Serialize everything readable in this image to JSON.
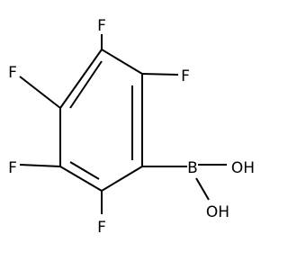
{
  "molecule": {
    "atoms": {
      "f_top": "F",
      "f_upper_left": "F",
      "f_lower_left": "F",
      "f_bottom": "F",
      "f_upper_right": "F",
      "boron": "B",
      "oh_upper": "OH",
      "oh_lower": "OH"
    },
    "colors": {
      "bond": "#000000",
      "label": "#000000",
      "background": "#ffffff"
    }
  }
}
